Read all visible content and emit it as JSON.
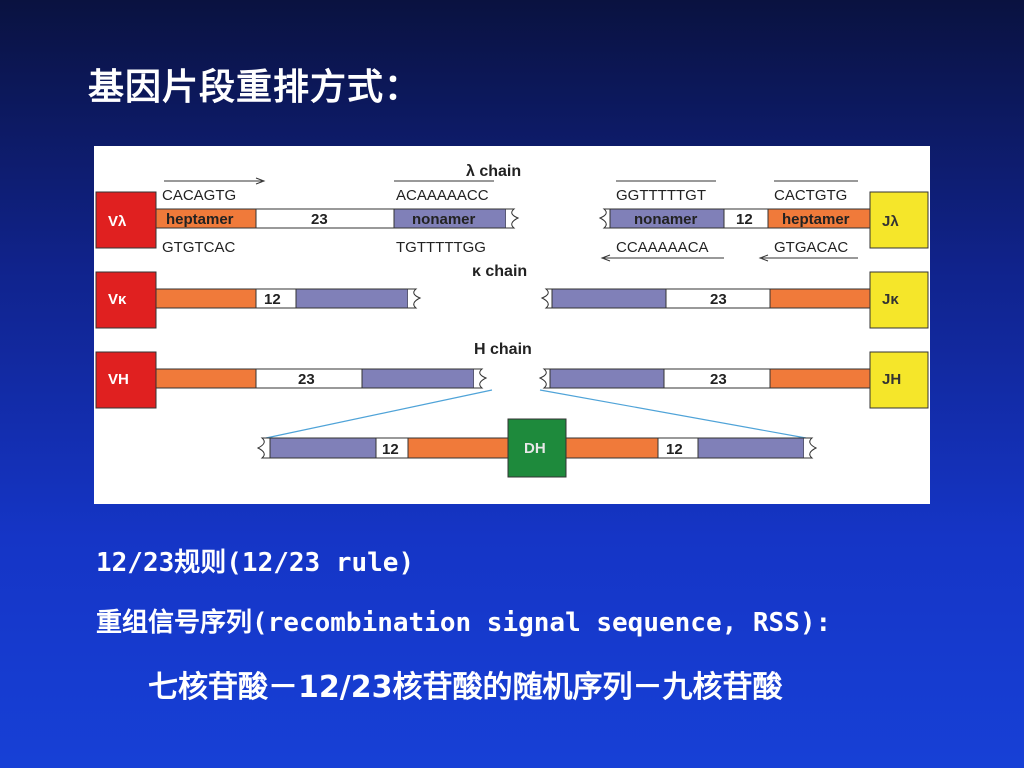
{
  "slide": {
    "title": "基因片段重排方式：",
    "rule_text": "12/23规则(12/23 rule)",
    "rss_text": "重组信号序列(recombination signal sequence, RSS):",
    "rss_structure": "七核苷酸－12/23核苷酸的随机序列－九核苷酸"
  },
  "diagram": {
    "lambda": {
      "chain": "λ chain",
      "v_label": "Vλ",
      "j_label": "Jλ",
      "seq_top_left": "CACAGTG",
      "seq_top_mid": "ACAAAAACC",
      "seq_top_right1": "GGTTTTTGT",
      "seq_top_right2": "CACTGTG",
      "seq_bot_left": "GTGTCAC",
      "seq_bot_mid": "TGTTTTTGG",
      "seq_bot_right1": "CCAAAAACA",
      "seq_bot_right2": "GTGACAC",
      "heptamer_left": "heptamer",
      "spacer_left": "23",
      "nonamer_left": "nonamer",
      "nonamer_right": "nonamer",
      "spacer_right": "12",
      "heptamer_right": "heptamer"
    },
    "kappa": {
      "chain": "κ chain",
      "v_label": "Vκ",
      "j_label": "Jκ",
      "spacer_left": "12",
      "spacer_right": "23"
    },
    "heavy": {
      "chain": "H chain",
      "v_label": "VH",
      "j_label": "JH",
      "spacer_left": "23",
      "spacer_right": "23",
      "d_label": "DH",
      "d_spacer_left": "12",
      "d_spacer_right": "12"
    },
    "colors": {
      "v_segment": "#e02020",
      "j_segment": "#f5e62a",
      "d_segment": "#1e8a3c",
      "heptamer": "#f07a3a",
      "nonamer": "#8080b8",
      "connector": "#4fa3d8"
    }
  }
}
